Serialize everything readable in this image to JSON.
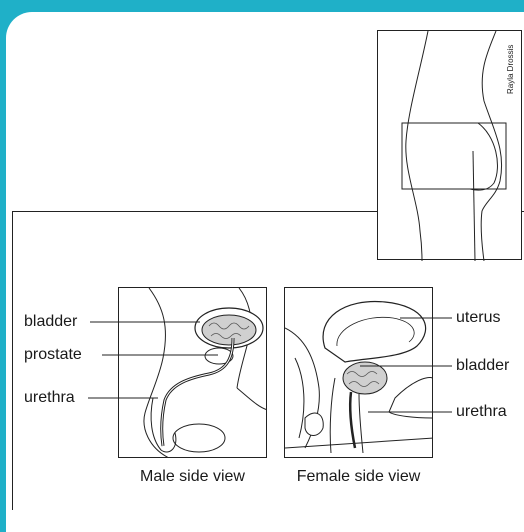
{
  "credit": "Rayla Drossis",
  "male": {
    "labels": [
      "bladder",
      "prostate",
      "urethra"
    ],
    "caption": "Male side view"
  },
  "female": {
    "labels": [
      "uterus",
      "bladder",
      "urethra"
    ],
    "caption": "Female side view"
  },
  "colors": {
    "background": "#1fb0c8",
    "organ_fill": "#d0d0d0",
    "line": "#1a1a1a"
  }
}
